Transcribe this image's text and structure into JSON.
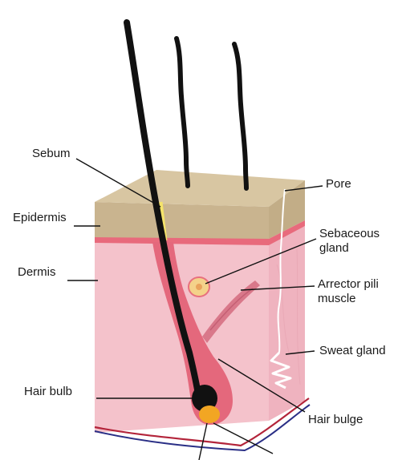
{
  "labels": {
    "sebum": "Sebum",
    "epidermis": "Epidermis",
    "dermis": "Dermis",
    "hair_bulb": "Hair bulb",
    "pore": "Pore",
    "sebaceous_gland_line1": "Sebaceous",
    "sebaceous_gland_line2": "gland",
    "arrector_pili_line1": "Arrector pili",
    "arrector_pili_line2": "muscle",
    "sweat_gland": "Sweat gland",
    "hair_bulge": "Hair bulge"
  },
  "colors": {
    "epidermis": "#c9b48f",
    "epidermis_top": "#d8c6a2",
    "dermis": "#f4c2cb",
    "dermis_side": "#efb3bf",
    "epidermal_band": "#e86a7c",
    "follicle": "#e4687c",
    "hair": "#111111",
    "papilla": "#f2a623",
    "sebaceous_gland": "#f4d28a",
    "muscle": "#d9788a",
    "vein_blue": "#2a2f86",
    "artery_red": "#b3243a",
    "sweat_duct": "#ffffff"
  }
}
